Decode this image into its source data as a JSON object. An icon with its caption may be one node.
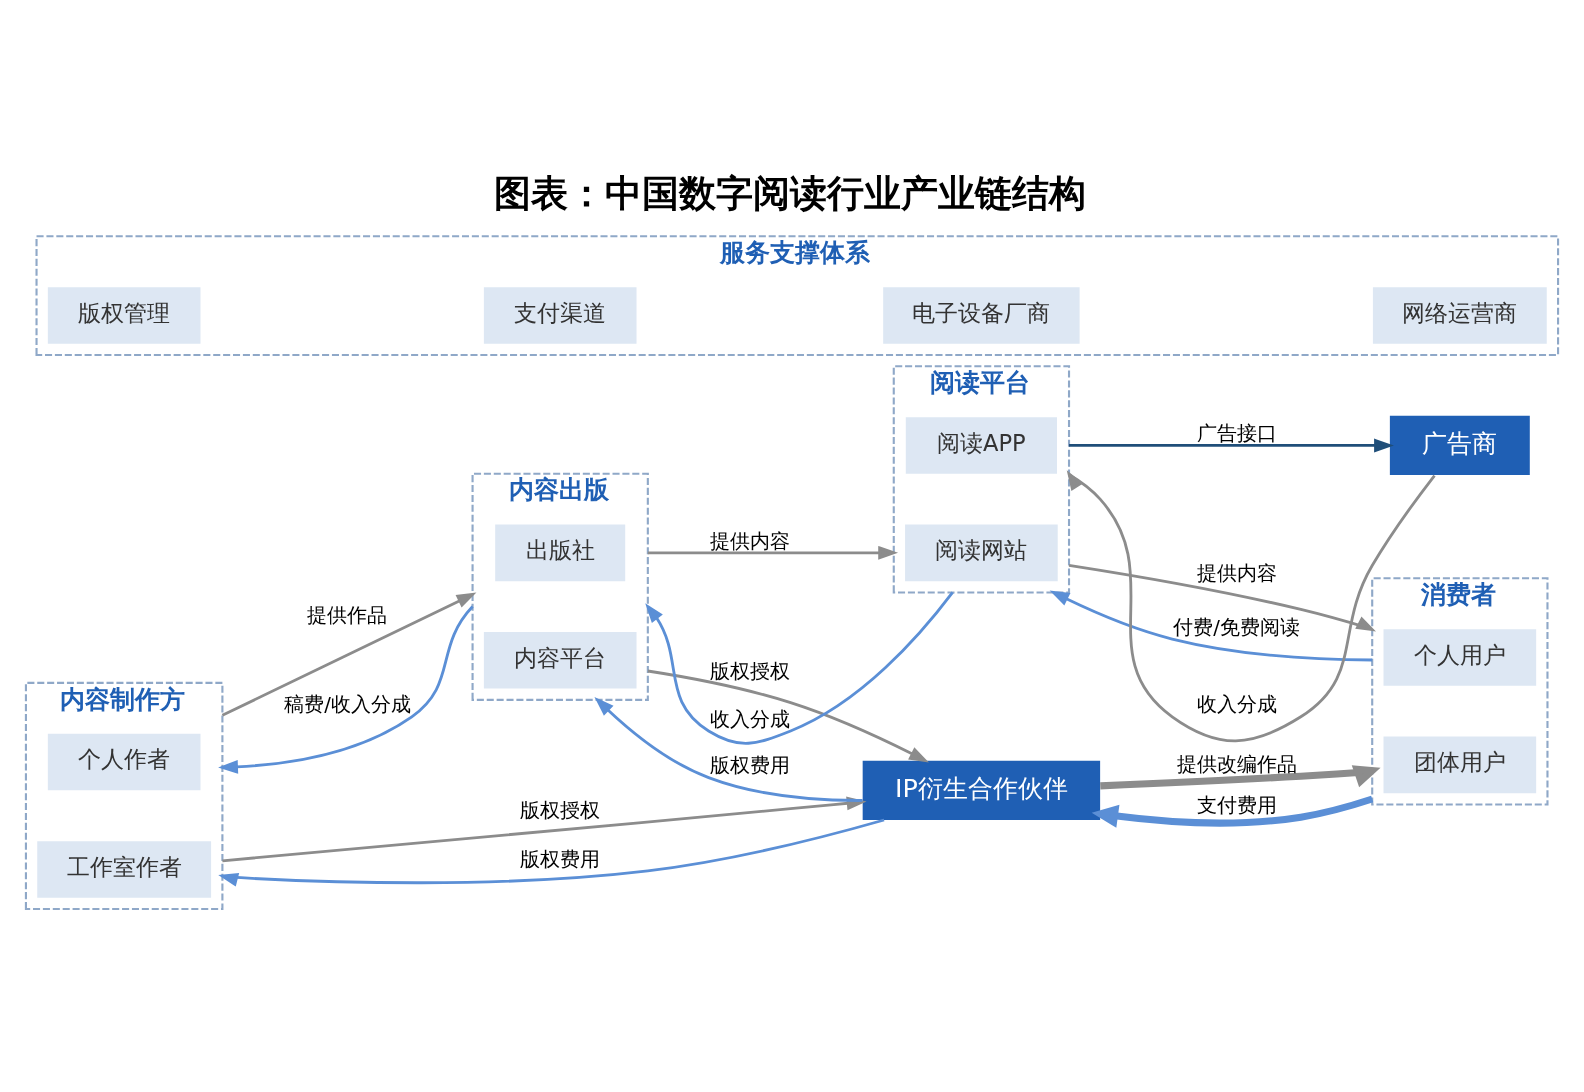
{
  "diagram": {
    "title": "图表：中国数字阅读行业产业链结构",
    "nodes": [
      {
        "text": [
          "内容制作方"
        ]
      },
      {
        "text": [
          "个人作者"
        ],
        "in": 0
      },
      {
        "text": [
          "工作室作者"
        ],
        "in": 0
      },
      {
        "text": [
          "内容出版"
        ]
      },
      {
        "text": [
          "出版社"
        ],
        "in": 3
      },
      {
        "text": [
          "内容平台"
        ],
        "in": 3
      },
      {
        "text": [
          "阅读平台"
        ]
      },
      {
        "text": [
          "阅读网站"
        ],
        "in": 6
      },
      {
        "text": [
          "阅读APP"
        ],
        "in": 6
      },
      {
        "text": [
          "消费者"
        ]
      },
      {
        "text": [
          "个人用户"
        ],
        "in": 9
      },
      {
        "text": [
          "团体用户"
        ],
        "in": 9
      },
      {
        "text": [
          "IP衍生合作伙伴"
        ]
      },
      {
        "text": [
          "服务支撑体系"
        ]
      },
      {
        "text": [
          "版权管理"
        ],
        "in": 13
      },
      {
        "text": [
          "支付渠道"
        ],
        "in": 13
      },
      {
        "text": [
          "电子设备厂商"
        ],
        "in": 13
      },
      {
        "text": [
          "网络运营商"
        ],
        "in": 13
      },
      {
        "text": [
          "广告商"
        ]
      }
    ],
    "edges": [
      {
        "from": 0,
        "to": 3,
        "arrow": "to",
        "label": "提供作品"
      },
      {
        "from": 3,
        "to": 0,
        "arrow": "to",
        "label": "稿费/收入分成",
        "color": "#5b8fd6"
      },
      {
        "from": 3,
        "to": 6,
        "arrow": "to",
        "label": "提供内容"
      },
      {
        "from": 6,
        "to": 3,
        "arrow": "to",
        "label": "收入分成",
        "color": "#5b8fd6"
      },
      {
        "from": 6,
        "to": 9,
        "arrow": "to",
        "label": "提供内容"
      },
      {
        "from": 9,
        "to": 6,
        "arrow": "to",
        "label": "付费/免费阅读",
        "color": "#5b8fd6"
      },
      {
        "from": 6,
        "to": 18,
        "arrow": "to",
        "label": "广告接口",
        "color": "#1f4e79"
      },
      {
        "from": 18,
        "to": 6,
        "arrow": "to",
        "label": "收入分成"
      },
      {
        "from": 3,
        "to": 12,
        "arrow": "to",
        "label": "版权授权"
      },
      {
        "from": 12,
        "to": 3,
        "arrow": "to",
        "label": "版权费用",
        "color": "#5b8fd6"
      },
      {
        "from": 0,
        "to": 12,
        "arrow": "to",
        "label": "版权授权"
      },
      {
        "from": 12,
        "to": 0,
        "arrow": "to",
        "label": "版权费用",
        "color": "#5b8fd6"
      },
      {
        "from": 12,
        "to": 9,
        "arrow": "to",
        "label": "提供改编作品",
        "style": "thick",
        "color": "#8c8c8c"
      },
      {
        "from": 9,
        "to": 12,
        "arrow": "to",
        "label": "支付费用",
        "style": "thick",
        "color": "#5b8fd6"
      }
    ]
  }
}
